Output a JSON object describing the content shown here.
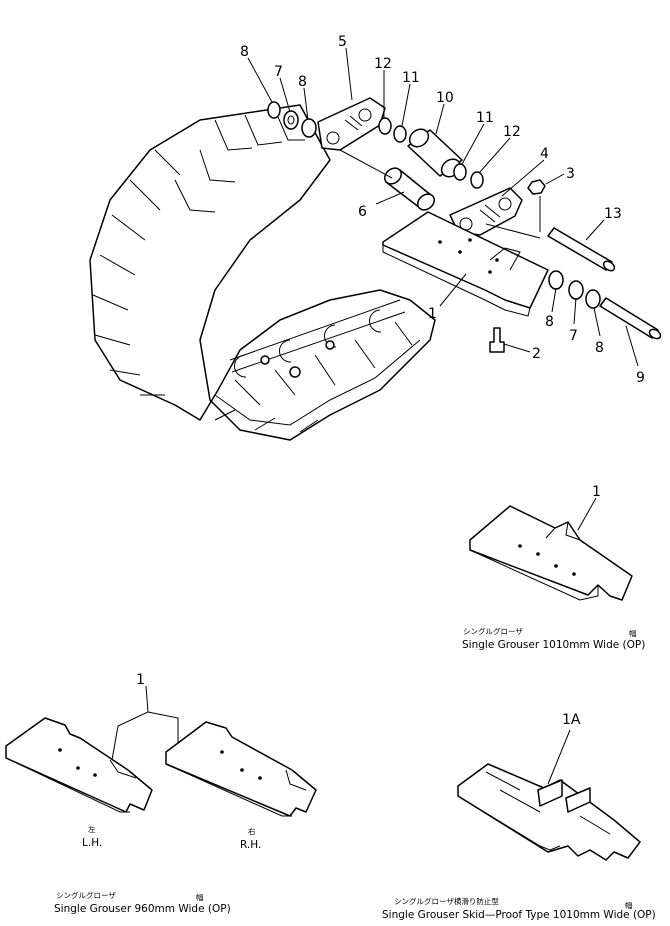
{
  "callouts": {
    "p5": "5",
    "p8a": "8",
    "p7a": "7",
    "p8b": "8",
    "p12a": "12",
    "p11a": "11",
    "p10": "10",
    "p11b": "11",
    "p12b": "12",
    "p4": "4",
    "p3": "3",
    "p13": "13",
    "p6": "6",
    "p1": "1",
    "p8c": "8",
    "p7b": "7",
    "p8d": "8",
    "p2": "2",
    "p9": "9"
  },
  "variant_1010": {
    "callout": "1",
    "caption_jp": "シングルグローザ",
    "width_mark": "幅",
    "caption": "Single Grouser 1010mm Wide (OP)"
  },
  "variant_960": {
    "callout": "1",
    "left_jp": "左",
    "left_label": "L.H.",
    "right_jp": "右",
    "right_label": "R.H.",
    "caption_jp": "シングルグローザ",
    "width_mark": "幅",
    "caption": "Single Grouser 960mm Wide (OP)"
  },
  "variant_skid": {
    "callout": "1A",
    "caption_jp": "シングルグローザ横滑り防止型",
    "width_mark": "幅",
    "caption": "Single Grouser Skid—Proof Type 1010mm Wide (OP)"
  }
}
